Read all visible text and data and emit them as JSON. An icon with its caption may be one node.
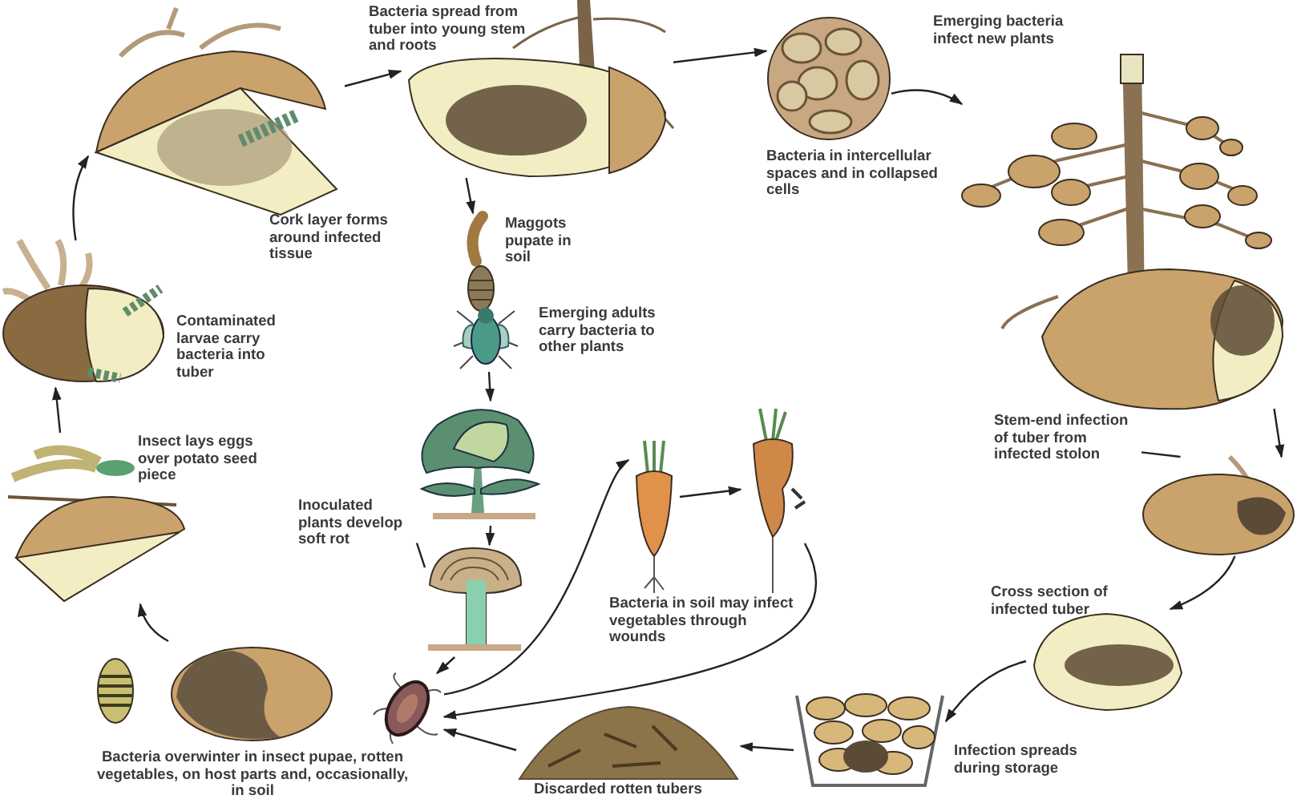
{
  "diagram": {
    "nodes": [
      {
        "text": [],
        "shape": "picture",
        "beside": [
          "Cork layer forms around infected tissue"
        ]
      },
      {
        "text": [],
        "shape": "picture",
        "beside": [
          "Bacteria spread from tuber into young stem and roots"
        ]
      },
      {
        "text": [],
        "shape": "picture",
        "beside": [
          "Bacteria in intercellular spaces and in collapsed cells"
        ]
      },
      {
        "text": [],
        "shape": "picture",
        "beside": [
          "Emerging bacteria infect new plants"
        ]
      },
      {
        "text": [],
        "shape": "picture"
      },
      {
        "text": [],
        "shape": "picture",
        "beside": [
          "Cross section of infected tuber"
        ]
      },
      {
        "text": [],
        "shape": "picture",
        "beside": [
          "Infection spreads during storage"
        ]
      },
      {
        "text": [],
        "shape": "picture",
        "beside": [
          "Discarded rotten tubers"
        ]
      },
      {
        "text": [],
        "shape": "picture"
      },
      {
        "text": [],
        "shape": "picture",
        "beside": [
          "Bacteria overwinter in insect pupae, rotten vegetables, on host parts and, occasionally, in soil"
        ]
      },
      {
        "text": [],
        "shape": "picture"
      },
      {
        "text": [],
        "shape": "picture",
        "beside": [
          "Insect lays eggs over potato seed piece"
        ]
      },
      {
        "text": [],
        "shape": "picture",
        "beside": [
          "Contaminated larvae carry bacteria into tuber"
        ]
      },
      {
        "text": [],
        "shape": "picture",
        "beside": [
          "Maggots pupate in soil"
        ]
      },
      {
        "text": [],
        "shape": "picture"
      },
      {
        "text": [],
        "shape": "picture",
        "beside": [
          "Emerging adults carry bacteria to other plants"
        ]
      },
      {
        "text": [],
        "shape": "picture"
      },
      {
        "text": [],
        "shape": "picture"
      },
      {
        "text": [],
        "shape": "picture",
        "beside": [
          "Bacteria in soil may infect vegetables through wounds"
        ]
      },
      {
        "text": [],
        "shape": "picture"
      },
      {
        "text": [
          "Inoculated plants develop soft rot"
        ]
      },
      {
        "text": [
          "Stem-end infection of tuber from infected stolon"
        ]
      }
    ],
    "edges": [
      {
        "from": 12,
        "to": 0,
        "arrow": "to"
      },
      {
        "from": 0,
        "to": 1,
        "arrow": "to"
      },
      {
        "from": 1,
        "to": 2,
        "arrow": "to"
      },
      {
        "from": 2,
        "to": 3,
        "arrow": "to"
      },
      {
        "from": 3,
        "to": 4,
        "arrow": "to"
      },
      {
        "from": 4,
        "to": 5,
        "arrow": "to"
      },
      {
        "from": 5,
        "to": 6,
        "arrow": "to"
      },
      {
        "from": 6,
        "to": 7,
        "arrow": "to"
      },
      {
        "from": 7,
        "to": 8,
        "arrow": "to"
      },
      {
        "from": 1,
        "to": 13,
        "arrow": "to"
      },
      {
        "from": 15,
        "to": 16,
        "arrow": "to"
      },
      {
        "from": 16,
        "to": 17,
        "arrow": "to"
      },
      {
        "from": 17,
        "to": 8,
        "arrow": "to"
      },
      {
        "from": 8,
        "to": 18,
        "arrow": "to"
      },
      {
        "from": 18,
        "to": 19,
        "arrow": "to"
      },
      {
        "from": 19,
        "to": 8,
        "arrow": "to"
      },
      {
        "from": 9,
        "to": 11,
        "arrow": "to"
      },
      {
        "from": 11,
        "to": 12,
        "arrow": "to"
      },
      {
        "from": 20,
        "to": 17,
        "arrow": "none"
      },
      {
        "from": 21,
        "to": 4,
        "arrow": "none"
      }
    ]
  }
}
